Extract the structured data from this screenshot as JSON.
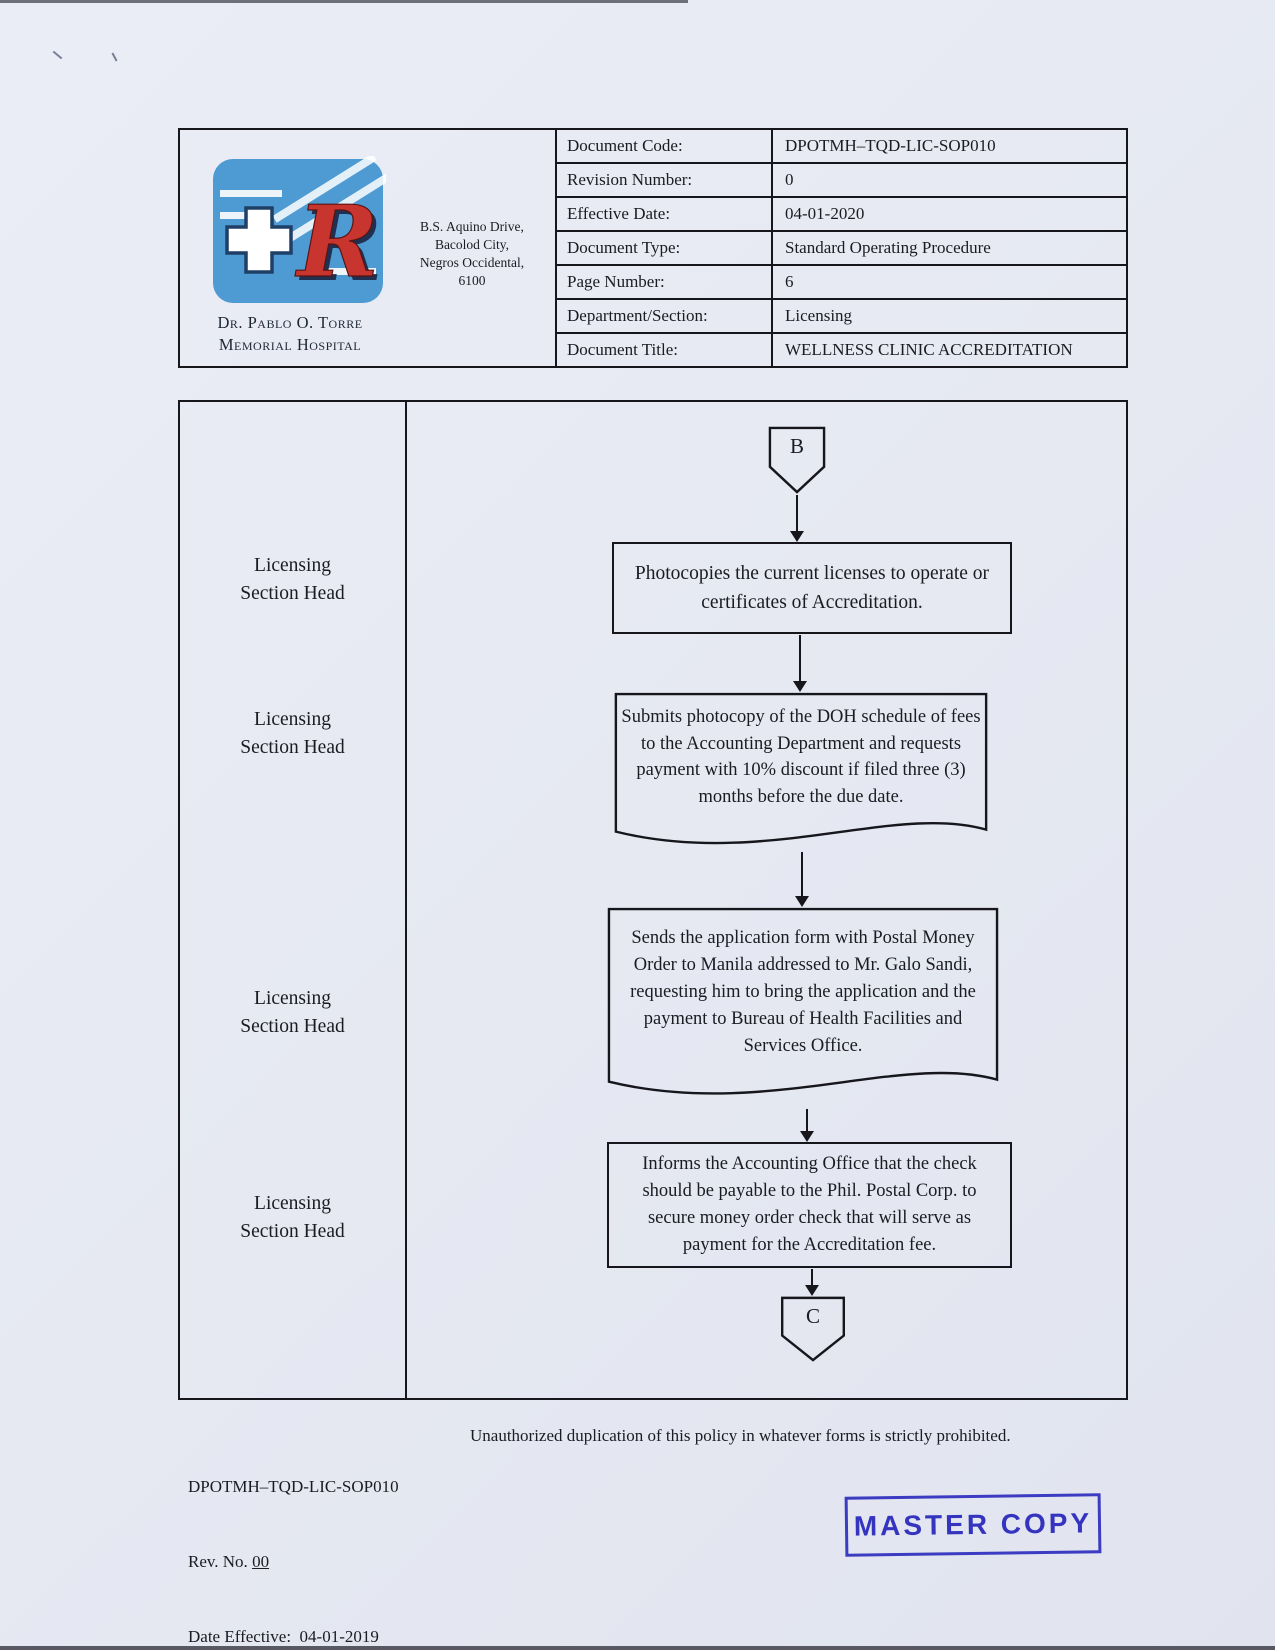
{
  "colors": {
    "stamp": "#3c3cc2",
    "logo_blue": "#4e9ad2",
    "logo_red": "#c8342e"
  },
  "header": {
    "org": {
      "name_line1": "Dr. Pablo O. Torre",
      "name_line2": "Memorial Hospital",
      "address": "B.S. Aquino Drive,\nBacolod City,\nNegros Occidental,\n6100"
    },
    "fields": [
      {
        "label": "Document Code:",
        "value": "DPOTMH–TQD-LIC-SOP010"
      },
      {
        "label": "Revision Number:",
        "value": "0"
      },
      {
        "label": "Effective Date:",
        "value": "04-01-2020"
      },
      {
        "label": "Document Type:",
        "value": "Standard Operating Procedure"
      },
      {
        "label": "Page Number:",
        "value": "6"
      },
      {
        "label": "Department/Section:",
        "value": "Licensing"
      },
      {
        "label": "Document Title:",
        "value": "WELLNESS CLINIC ACCREDITATION"
      }
    ]
  },
  "flowchart": {
    "start_connector": "B",
    "end_connector": "C",
    "steps": [
      {
        "role": "Licensing\nSection Head",
        "shape": "process",
        "text": "Photocopies the current licenses to operate or certificates of Accreditation."
      },
      {
        "role": "Licensing\nSection Head",
        "shape": "document",
        "text": "Submits photocopy of the DOH schedule of fees to the Accounting Department and requests payment with 10% discount if filed three (3) months before the due date."
      },
      {
        "role": "Licensing\nSection Head",
        "shape": "document",
        "text": "Sends the application form with Postal Money Order to Manila addressed to Mr. Galo Sandi, requesting him to bring the application and the payment to Bureau of Health Facilities and Services Office."
      },
      {
        "role": "Licensing\nSection Head",
        "shape": "process",
        "text": "Informs the Accounting Office that the check should be payable to the Phil. Postal Corp. to secure money order check that will serve as payment for the Accreditation fee."
      }
    ]
  },
  "footer": {
    "doc_code": "DPOTMH–TQD-LIC-SOP010",
    "rev_label": "Rev. No. ",
    "rev_value": "00",
    "date_effective": "Date Effective:  04-01-2019",
    "notice": "Unauthorized duplication of this policy in whatever forms is strictly prohibited.",
    "stamp": "MASTER COPY"
  }
}
